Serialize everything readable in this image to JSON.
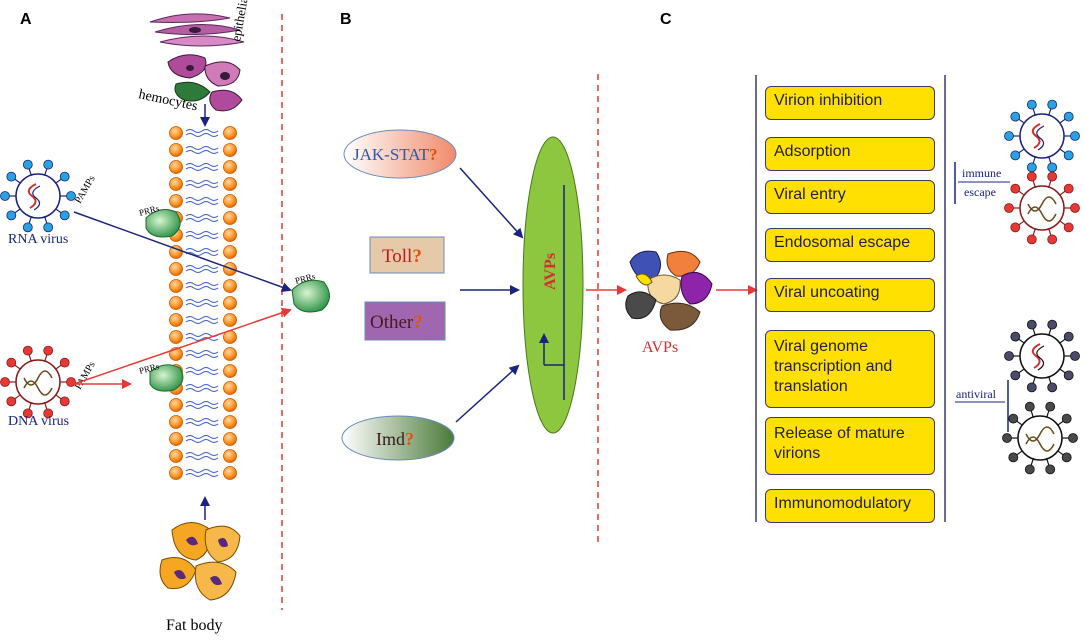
{
  "panels": {
    "a": "A",
    "b": "B",
    "c": "C"
  },
  "panel_a": {
    "epithelia": "epithelia",
    "hemocytes": "hemocytes",
    "rna_virus": "RNA virus",
    "dna_virus": "DNA virus",
    "pamps": "PAMPs",
    "prrs": "PRRs",
    "fat_body": "Fat body"
  },
  "panel_b": {
    "jak_stat": "JAK-STAT",
    "toll": "Toll",
    "other": "Other",
    "imd": "Imd",
    "question": "?",
    "avps_gene": "AVPs",
    "avps_protein": "AVPs"
  },
  "panel_c": {
    "functions": [
      "Virion inhibition",
      "Adsorption",
      "Viral entry",
      "Endosomal escape",
      "Viral uncoating",
      "Viral genome transcription and translation",
      "Release of mature virions",
      "Immunomodulatory"
    ],
    "immune": "immune",
    "escape": "escape",
    "antiviral": "antiviral"
  },
  "colors": {
    "navy_arrow": "#1a237e",
    "red_arrow": "#e53935",
    "yellow_box": "#ffe000",
    "ellipse_green": "#8dc63f",
    "dashed_red": "#e53935"
  }
}
